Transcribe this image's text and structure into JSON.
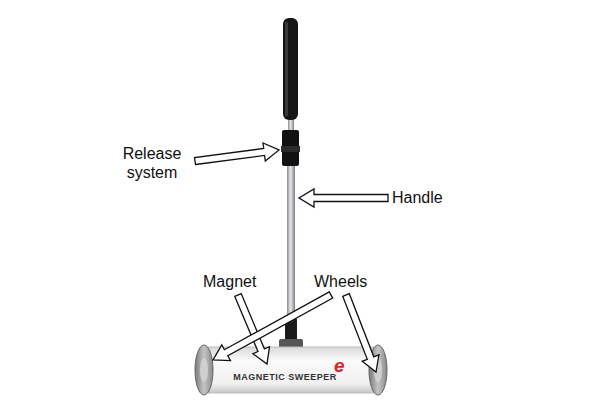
{
  "diagram": {
    "labels": [
      "Release system",
      "Handle",
      "Magnet",
      "Wheels",
      "MAGNETIC SWEEPER",
      "e"
    ]
  }
}
